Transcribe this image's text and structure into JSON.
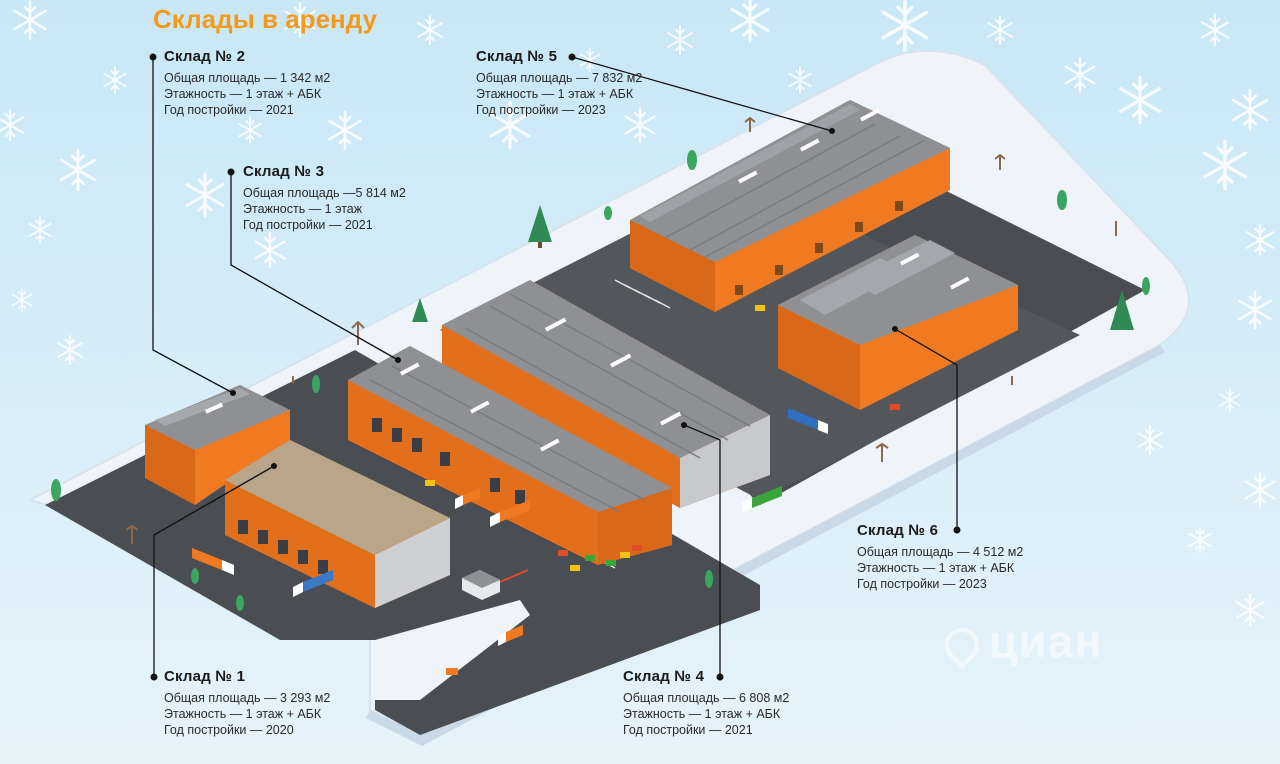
{
  "page": {
    "title": "Склады в аренду"
  },
  "warehouses": [
    {
      "id": "1",
      "title": "Склад № 1",
      "area": "Общая площадь — 3 293 м2",
      "floors": "Этажность — 1 этаж + АБК",
      "year": "Год постройки — 2020"
    },
    {
      "id": "2",
      "title": "Склад № 2",
      "area": "Общая площадь — 1 342 м2",
      "floors": "Этажность — 1 этаж + АБК",
      "year": "Год постройки — 2021"
    },
    {
      "id": "3",
      "title": "Склад № 3",
      "area": "Общая площадь —5 814 м2",
      "floors": "Этажность — 1 этаж",
      "year": "Год постройки — 2021"
    },
    {
      "id": "4",
      "title": "Склад № 4",
      "area": "Общая площадь — 6 808 м2",
      "floors": "Этажность — 1 этаж + АБК",
      "year": "Год постройки — 2021"
    },
    {
      "id": "5",
      "title": "Склад № 5",
      "area": "Общая площадь — 7 832 м2",
      "floors": "Этажность — 1 этаж + АБК",
      "year": "Год постройки — 2023"
    },
    {
      "id": "6",
      "title": "Склад № 6",
      "area": "Общая площадь — 4 512 м2",
      "floors": "Этажность — 1 этаж + АБК",
      "year": "Год постройки — 2023"
    }
  ],
  "watermark": {
    "text": "циан",
    "icon": "location-pin-icon"
  },
  "colors": {
    "sky": "#cfeaf7",
    "title": "#f39a1e",
    "facade": "#f07a22",
    "roof": "#8e9094",
    "asphalt": "#4a4d52",
    "snow": "#eef4fa"
  }
}
